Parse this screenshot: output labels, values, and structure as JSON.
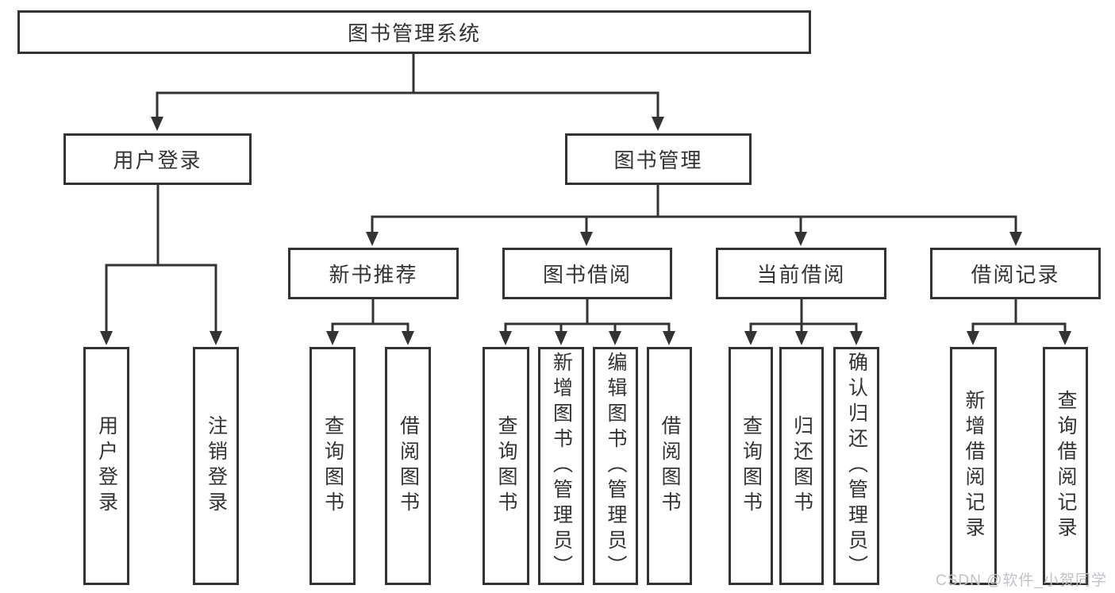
{
  "diagram": {
    "type": "hierarchy-tree",
    "root": {
      "label": "图书管理系统"
    },
    "level2": [
      {
        "label": "用户登录"
      },
      {
        "label": "图书管理"
      }
    ],
    "level3": [
      {
        "label": "新书推荐",
        "parent": "图书管理"
      },
      {
        "label": "图书借阅",
        "parent": "图书管理"
      },
      {
        "label": "当前借阅",
        "parent": "图书管理"
      },
      {
        "label": "借阅记录",
        "parent": "图书管理"
      }
    ],
    "leaves": [
      {
        "label": "用户登录",
        "parent": "用户登录"
      },
      {
        "label": "注销登录",
        "parent": "用户登录"
      },
      {
        "label": "查询图书",
        "parent": "新书推荐"
      },
      {
        "label": "借阅图书",
        "parent": "新书推荐"
      },
      {
        "label": "查询图书",
        "parent": "图书借阅"
      },
      {
        "label": "新增图书（管理员）",
        "parent": "图书借阅"
      },
      {
        "label": "编辑图书（管理员）",
        "parent": "图书借阅"
      },
      {
        "label": "借阅图书",
        "parent": "图书借阅"
      },
      {
        "label": "查询图书",
        "parent": "当前借阅"
      },
      {
        "label": "归还图书",
        "parent": "当前借阅"
      },
      {
        "label": "确认归还（管理员）",
        "parent": "当前借阅"
      },
      {
        "label": "新增借阅记录",
        "parent": "借阅记录"
      },
      {
        "label": "查询借阅记录",
        "parent": "借阅记录"
      }
    ]
  },
  "watermark": "CSDN @软件_小贺同学",
  "colors": {
    "line": "#333333",
    "box_border": "#333333",
    "box_fill": "#ffffff",
    "text": "#333333",
    "watermark": "#bfc3c7",
    "background": "#ffffff"
  }
}
